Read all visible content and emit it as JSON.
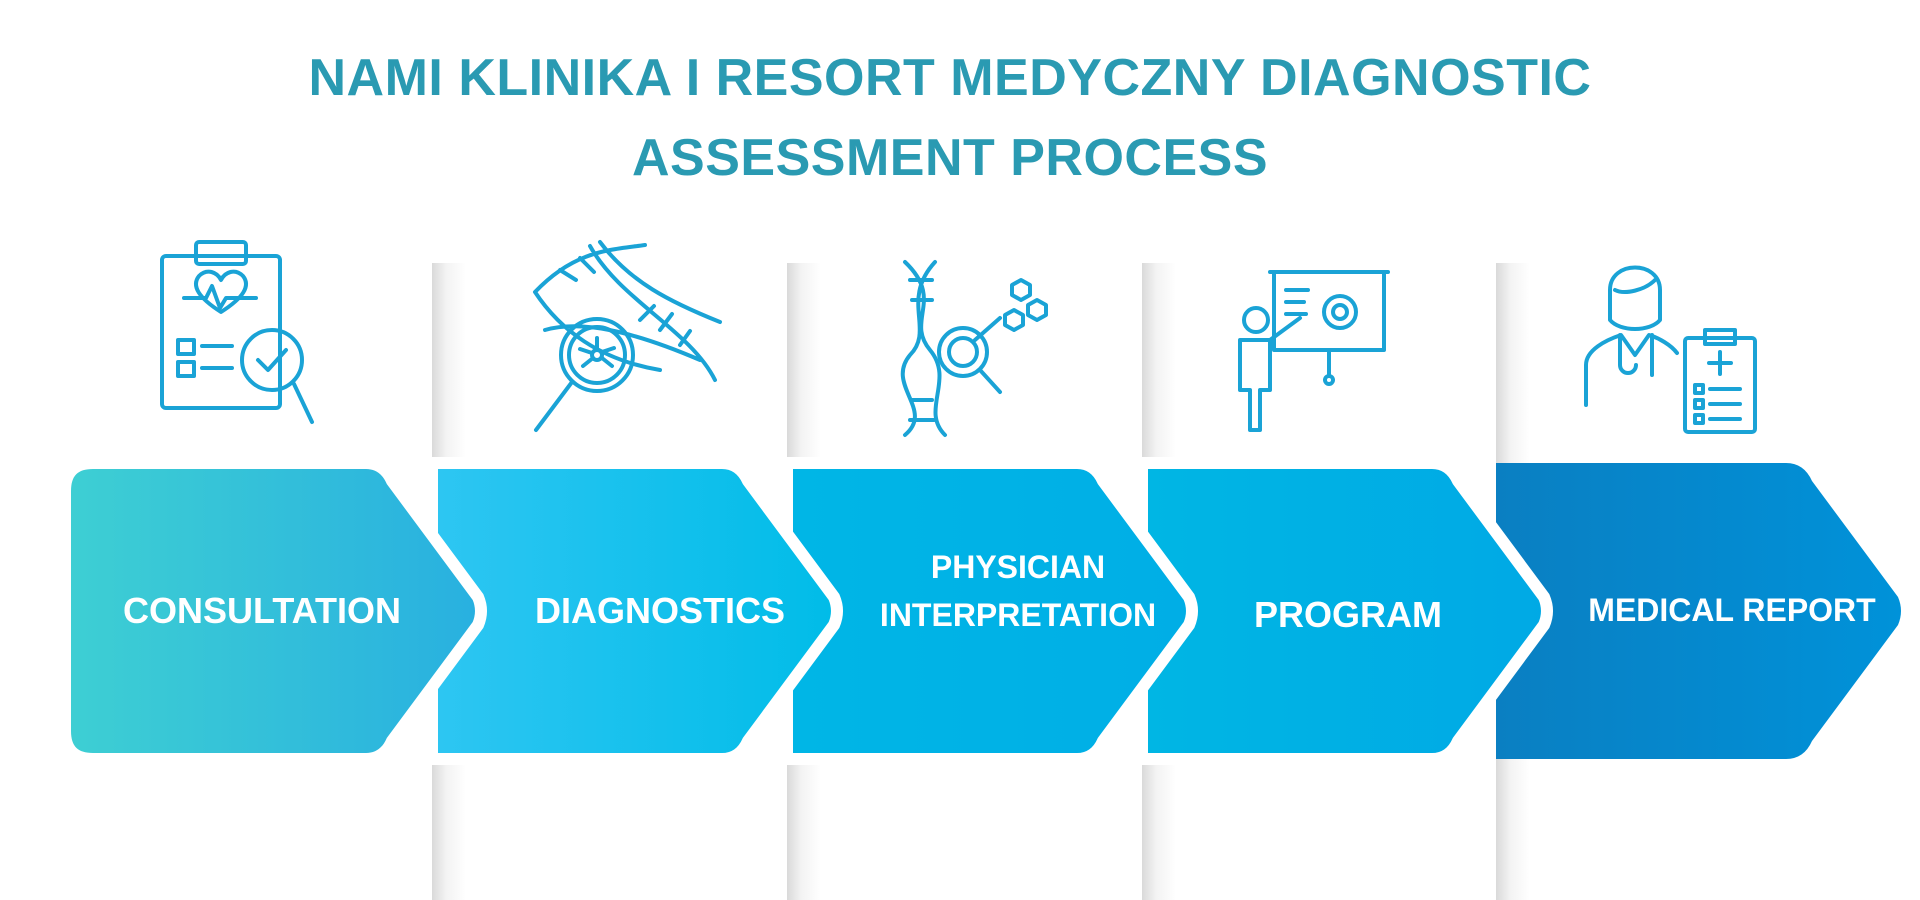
{
  "title": {
    "line1": "NAMI KLINIKA I RESORT MEDYCZNY DIAGNOSTIC",
    "line2": "ASSESSMENT PROCESS",
    "color": "#2a9ab2"
  },
  "steps": [
    {
      "label": "CONSULTATION",
      "icon": "clipboard-heart-magnifier-icon",
      "colors": [
        "#3ecfd3",
        "#28b0e0"
      ]
    },
    {
      "label": "DIAGNOSTICS",
      "icon": "dna-magnifier-icon",
      "colors": [
        "#2ec6f2",
        "#00bce8"
      ]
    },
    {
      "label_line1": "PHYSICIAN",
      "label_line2": "INTERPRETATION",
      "icon": "dna-molecule-search-icon",
      "colors": [
        "#00b6e6",
        "#00aee6"
      ]
    },
    {
      "label": "PROGRAM",
      "icon": "presenter-gear-board-icon",
      "colors": [
        "#00b6e4",
        "#00a9e5"
      ]
    },
    {
      "label": "MEDICAL REPORT",
      "icon": "doctor-clipboard-icon",
      "colors": [
        "#0a7fc2",
        "#0092d9"
      ]
    }
  ]
}
